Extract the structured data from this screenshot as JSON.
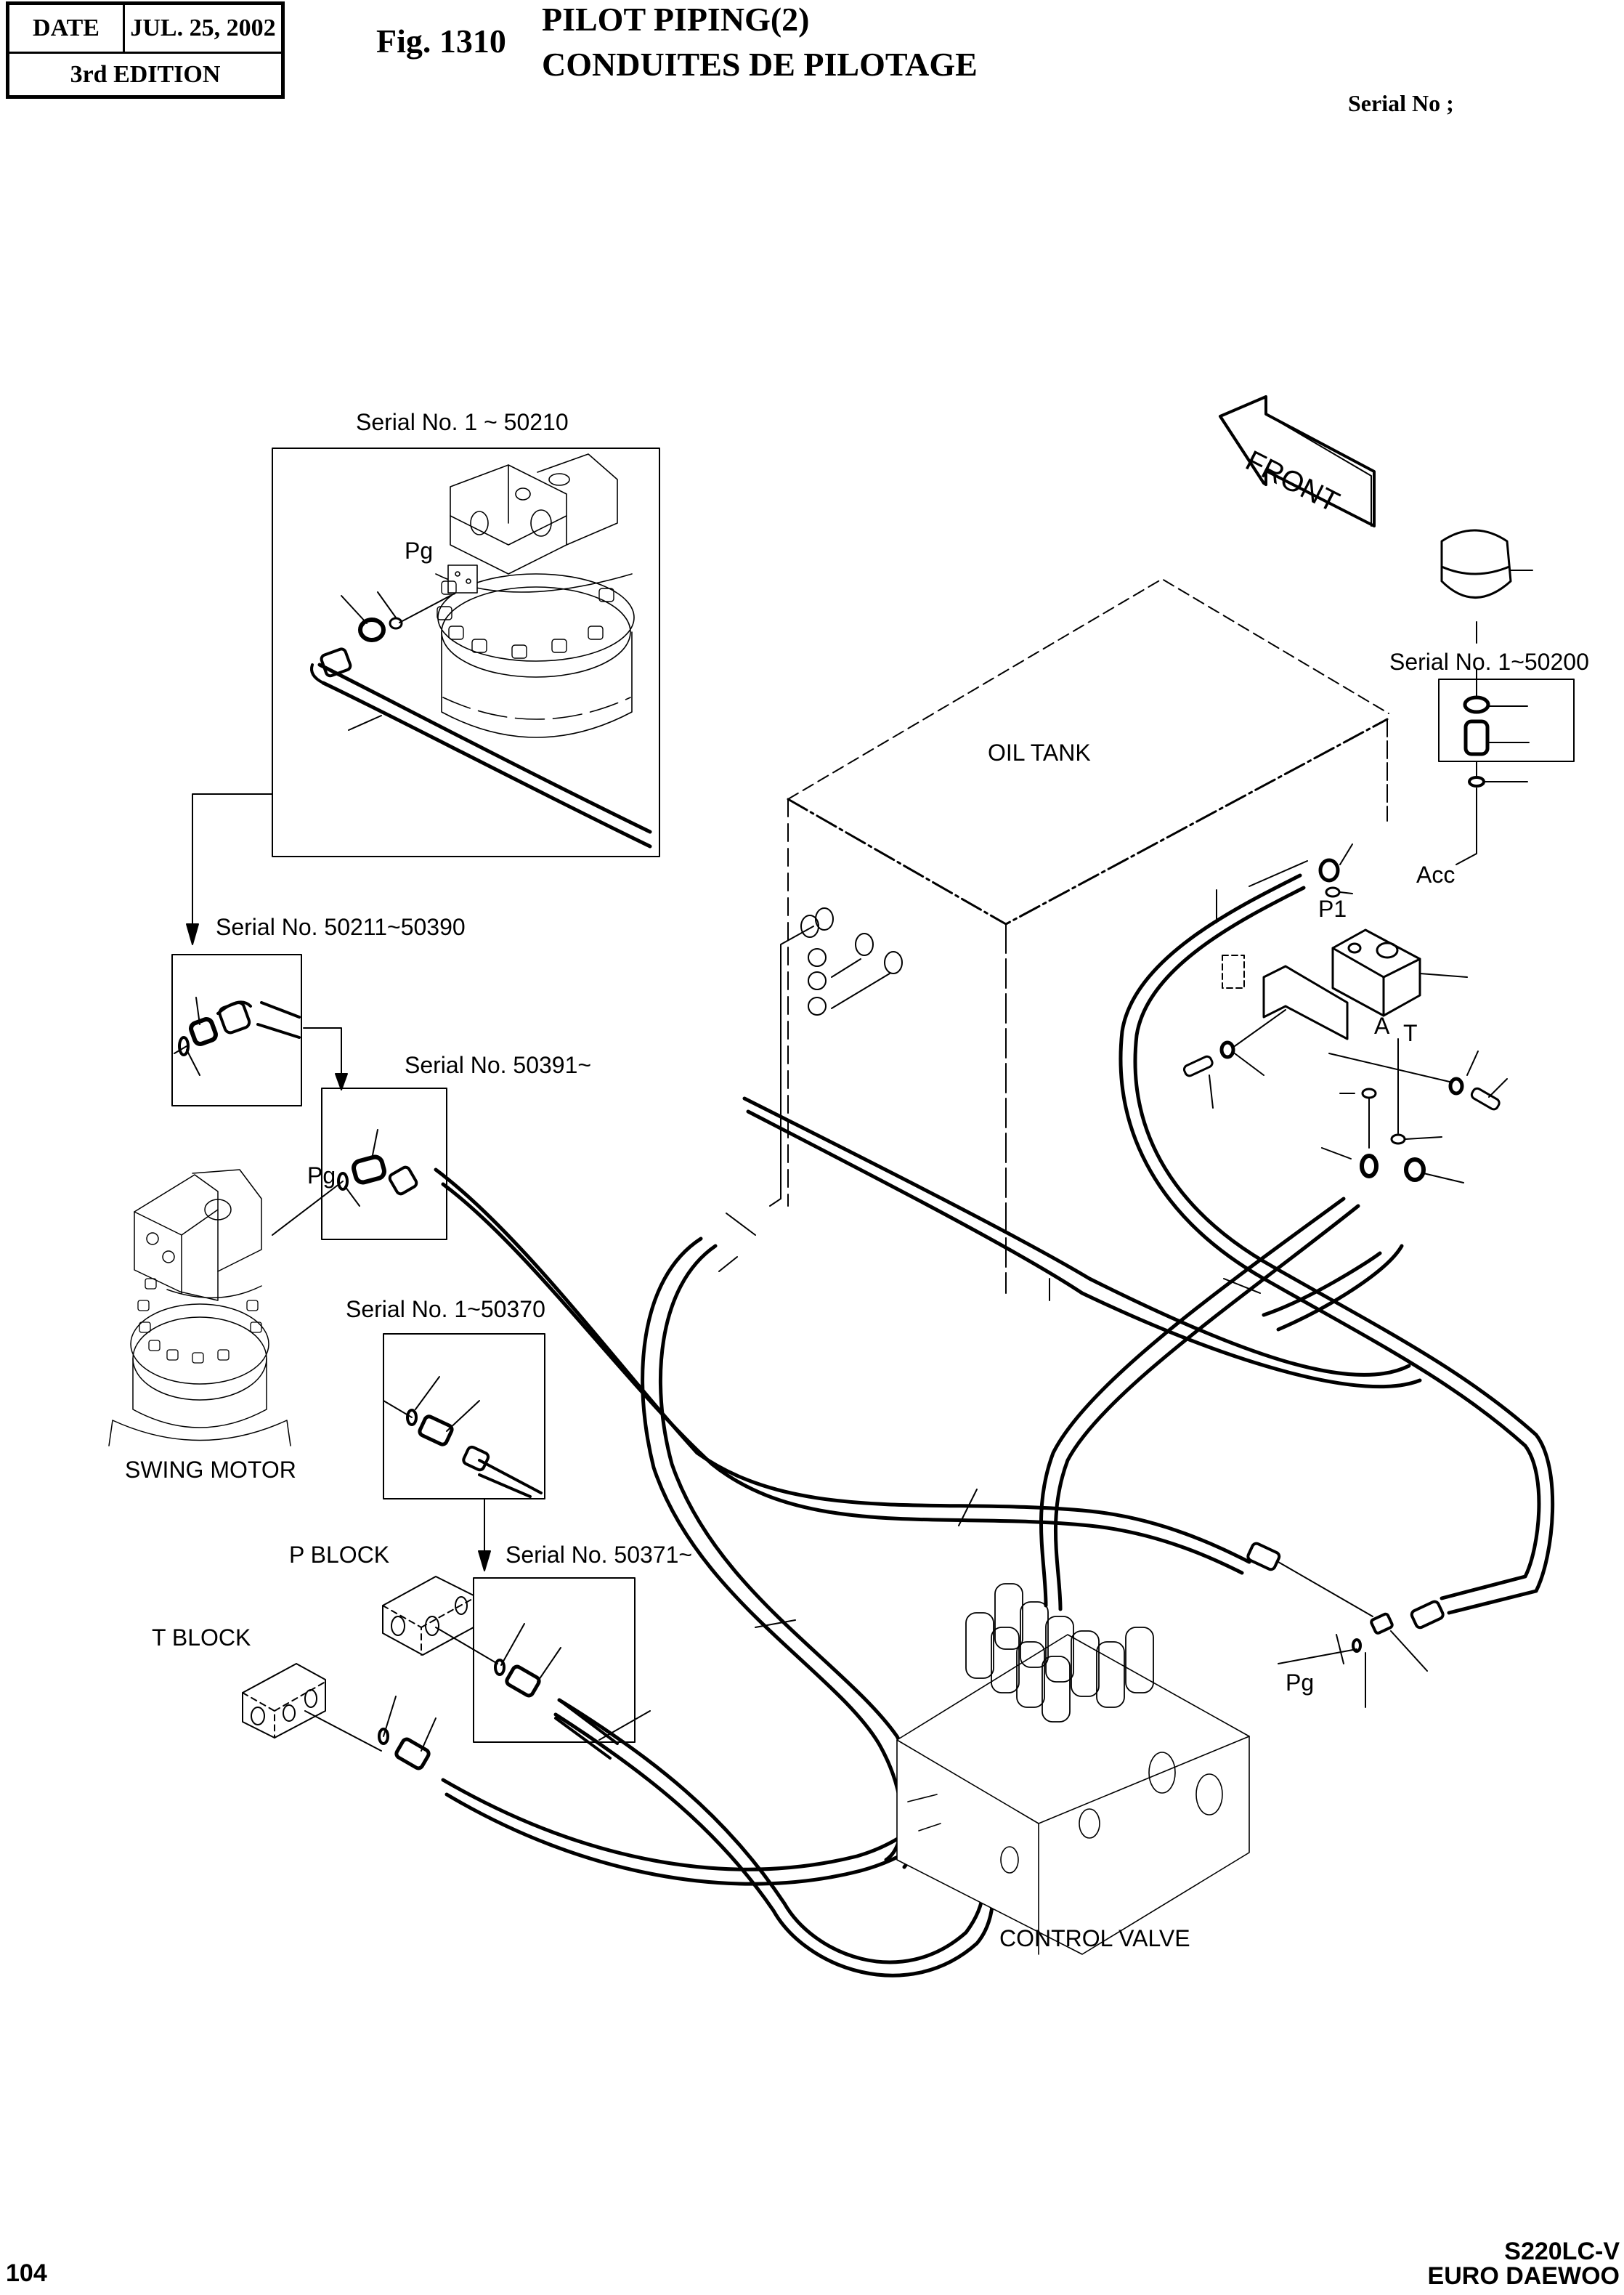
{
  "header": {
    "date_label": "DATE",
    "date_value": "JUL. 25, 2002",
    "edition": "3rd  EDITION",
    "fig_label": "Fig. 1310",
    "title_en": "PILOT PIPING(2)",
    "title_fr": "CONDUITES DE PILOTAGE",
    "serial_no": "Serial No ;"
  },
  "footer": {
    "page_number": "104",
    "model_line1": "S220LC-V",
    "model_line2": "EURO DAEWOO"
  },
  "diagram": {
    "orientation_arrow": "FRONT",
    "components": {
      "oil_tank": "OIL TANK",
      "swing_motor": "SWING MOTOR",
      "control_valve": "CONTROL VALVE",
      "p_block": "P BLOCK",
      "t_block": "T BLOCK"
    },
    "port_labels": {
      "pg_top": "Pg",
      "pg_swing": "Pg",
      "pg_control_valve": "Pg",
      "p1": "P1",
      "acc": "Acc",
      "a": "A",
      "t": "T"
    },
    "serial_variants": [
      {
        "id": "swing-motor-early",
        "label": "Serial No. 1 ~ 50210"
      },
      {
        "id": "swing-motor-mid",
        "label": "Serial No. 50211~50390"
      },
      {
        "id": "swing-motor-late",
        "label": "Serial No. 50391~"
      },
      {
        "id": "t-block-early",
        "label": "Serial No. 1~50370"
      },
      {
        "id": "p-block-late",
        "label": "Serial No. 50371~"
      },
      {
        "id": "accumulator-early",
        "label": "Serial No. 1~50200"
      }
    ]
  }
}
